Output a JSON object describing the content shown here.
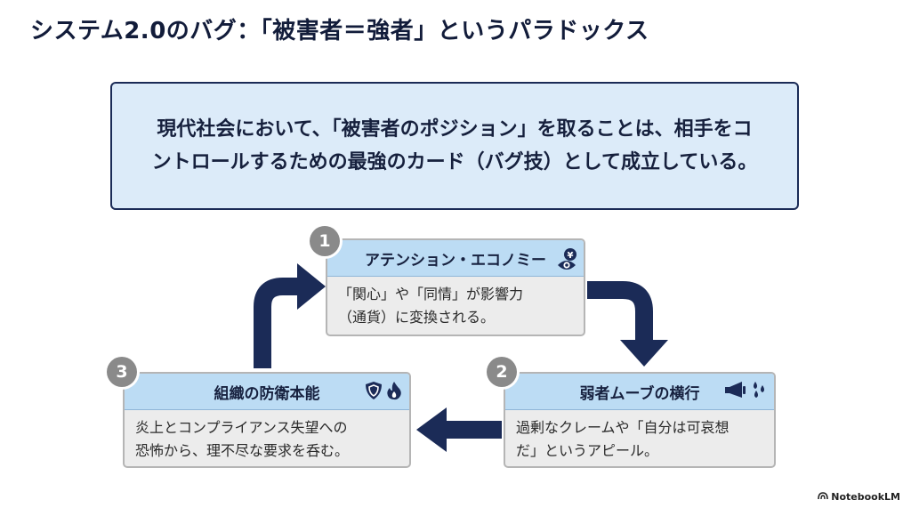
{
  "title": "システム2.0のバグ：「被害者＝強者」というパラドックス",
  "summary": "現代社会において、「被害者のポジション」を取ることは、相手をコントロールするための最強のカード（バグ技）として成立している。",
  "cycle": [
    {
      "number": "1",
      "title": "アテンション・エコノミー",
      "body_line1": "「関心」や「同情」が影響力",
      "body_line2": "（通貨）に変換される。",
      "icons": [
        "yen-icon",
        "eye-icon"
      ]
    },
    {
      "number": "2",
      "title": "弱者ムーブの横行",
      "body_line1": "過剰なクレームや「自分は可哀想",
      "body_line2": "だ」というアピール。",
      "icons": [
        "megaphone-icon",
        "tears-icon"
      ]
    },
    {
      "number": "3",
      "title": "組織の防衛本能",
      "body_line1": "炎上とコンプライアンス失望への",
      "body_line2": "恐怖から、理不尽な要求を呑む。",
      "icons": [
        "shield-icon",
        "flame-icon"
      ]
    }
  ],
  "brand": "NotebookLM",
  "colors": {
    "navy": "#1b2b57",
    "header_blue": "#bcdcf4",
    "summary_bg": "#dcebf9",
    "card_bg": "#ececec",
    "badge_gray": "#8a8a8a"
  }
}
